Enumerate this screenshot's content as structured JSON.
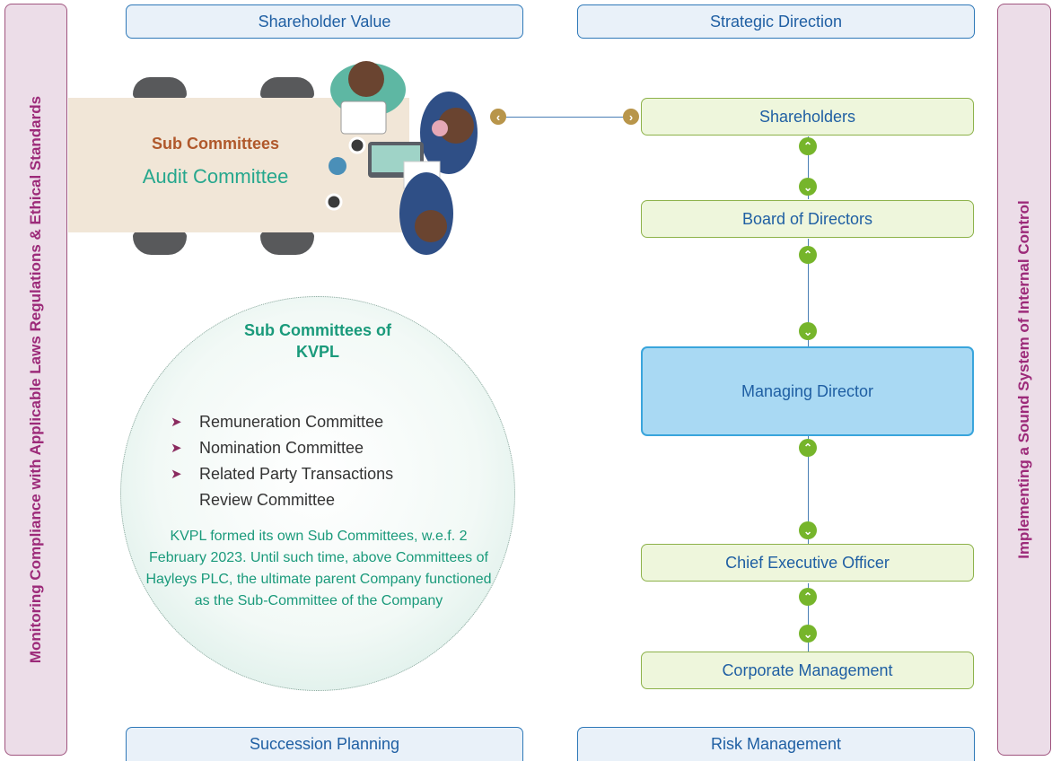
{
  "side_labels": {
    "left": "Monitoring Compliance with Applicable Laws Regulations & Ethical Standards",
    "right": "Implementing a Sound System of Internal Control"
  },
  "top_boxes": [
    "Shareholder Value",
    "Strategic Direction"
  ],
  "bottom_boxes": [
    "Succession Planning",
    "Risk Management"
  ],
  "audit_area": {
    "heading": "Sub Committees",
    "committee": "Audit Committee"
  },
  "kvpl_circle": {
    "title": "Sub Committees of KVPL",
    "committees": [
      "Remuneration Committee",
      "Nomination Committee",
      "Related Party Transactions Review Committee"
    ],
    "note": "KVPL formed its own Sub Committees, w.e.f. 2 February 2023. Until such time, above Committees of Hayleys PLC, the ultimate parent Company functioned as the Sub-Committee of the Company"
  },
  "org_chart": [
    "Shareholders",
    "Board of Directors",
    "Managing Director",
    "Chief Executive Officer",
    "Corporate Management"
  ],
  "colors": {
    "side_panel_text": "#9c2a79",
    "box_blue_text": "#1f5fa3",
    "green_accent": "#76b52b",
    "teal_text": "#1a9a7b",
    "managing_director_fill": "#a9d9f3"
  },
  "icons": {
    "bullet": "➤",
    "arrow_up": "⌃",
    "chevron_left": "‹",
    "chevron_right": "›"
  }
}
